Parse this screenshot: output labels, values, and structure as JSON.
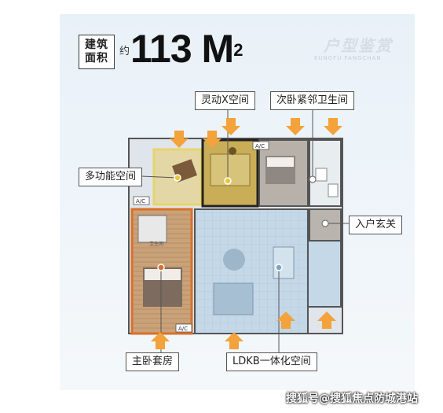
{
  "header": {
    "area_label_line1": "建筑",
    "area_label_line2": "面积",
    "approx": "约",
    "area_value": "113 M",
    "area_unit_exp": "2",
    "brand_title": "户型鉴赏",
    "brand_subtitle": "KUNGFU FANGCHAN"
  },
  "labels": {
    "multi_function": "多功能空间",
    "flex_x": "灵动X空间",
    "second_bed_bath": "次卧紧邻卫生间",
    "entrance": "入户玄关",
    "master_suite": "主卧套房",
    "ldkb": "LDKB一体化空间"
  },
  "plan_text": {
    "ac1": "A/C",
    "ac2": "A/C",
    "ac3": "A/C",
    "bath": "卫生间"
  },
  "colors": {
    "highlight_yellow": "#e8d46a",
    "highlight_orange": "#d9702a",
    "living_blue": "#b9d3e6",
    "arrow_orange": "#f3a23c"
  },
  "watermark": "搜狐号@搜狐焦点防城港站"
}
